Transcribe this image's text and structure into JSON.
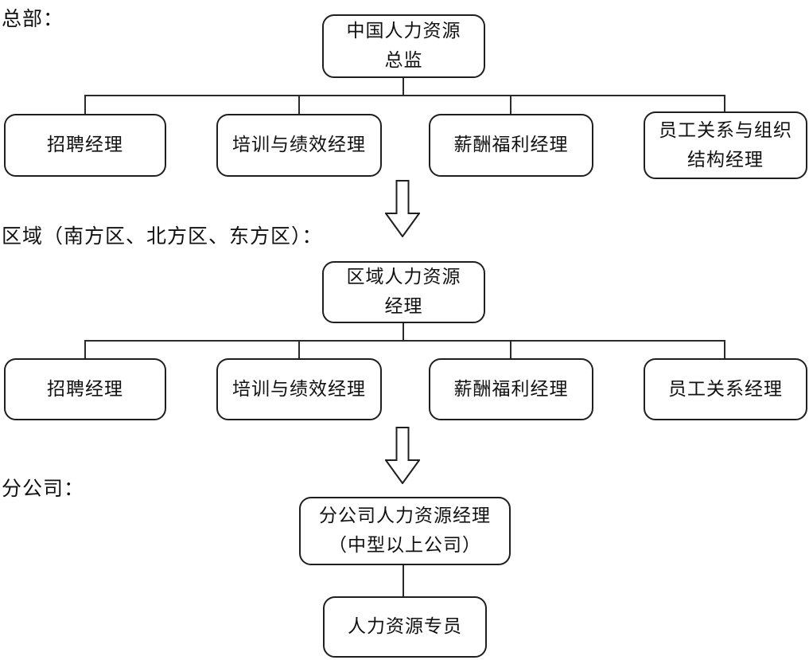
{
  "diagram": {
    "hq": {
      "section_label": "总部：",
      "root": {
        "lines": [
          "中国人力资源",
          "总监"
        ]
      },
      "children": [
        {
          "lines": [
            "招聘经理"
          ]
        },
        {
          "lines": [
            "培训与绩效经理"
          ]
        },
        {
          "lines": [
            "薪酬福利经理"
          ]
        },
        {
          "lines": [
            "员工关系与组织",
            "结构经理"
          ]
        }
      ]
    },
    "region": {
      "section_label": "区域（南方区、北方区、东方区）：",
      "root": {
        "lines": [
          "区域人力资源",
          "经理"
        ]
      },
      "children": [
        {
          "lines": [
            "招聘经理"
          ]
        },
        {
          "lines": [
            "培训与绩效经理"
          ]
        },
        {
          "lines": [
            "薪酬福利经理"
          ]
        },
        {
          "lines": [
            "员工关系经理"
          ]
        }
      ]
    },
    "branch": {
      "section_label": "分公司：",
      "root": {
        "lines": [
          "分公司人力资源经理",
          "（中型以上公司）"
        ]
      },
      "specialist": {
        "lines": [
          "人力资源专员"
        ]
      }
    },
    "colors": {
      "line": "#2a2a2a",
      "box_border": "#1f1f1f",
      "background": "#ffffff",
      "text": "#111111"
    }
  }
}
